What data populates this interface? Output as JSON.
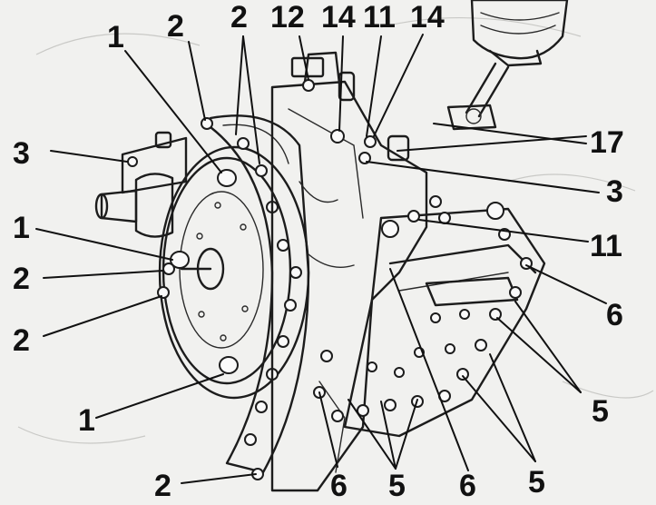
{
  "callouts": [
    {
      "id": "c1",
      "text": "1"
    },
    {
      "id": "c2",
      "text": "2"
    },
    {
      "id": "c3",
      "text": "2"
    },
    {
      "id": "c4",
      "text": "12"
    },
    {
      "id": "c5",
      "text": "14"
    },
    {
      "id": "c6",
      "text": "11"
    },
    {
      "id": "c7",
      "text": "14"
    },
    {
      "id": "c8",
      "text": "3"
    },
    {
      "id": "c9",
      "text": "17"
    },
    {
      "id": "c10",
      "text": "3"
    },
    {
      "id": "c11",
      "text": "1"
    },
    {
      "id": "c12",
      "text": "11"
    },
    {
      "id": "c13",
      "text": "2"
    },
    {
      "id": "c14",
      "text": "6"
    },
    {
      "id": "c15",
      "text": "2"
    },
    {
      "id": "c16",
      "text": "5"
    },
    {
      "id": "c17",
      "text": "1"
    },
    {
      "id": "c18",
      "text": "2"
    },
    {
      "id": "c19",
      "text": "6"
    },
    {
      "id": "c20",
      "text": "5"
    },
    {
      "id": "c21",
      "text": "6"
    },
    {
      "id": "c22",
      "text": "5"
    }
  ]
}
